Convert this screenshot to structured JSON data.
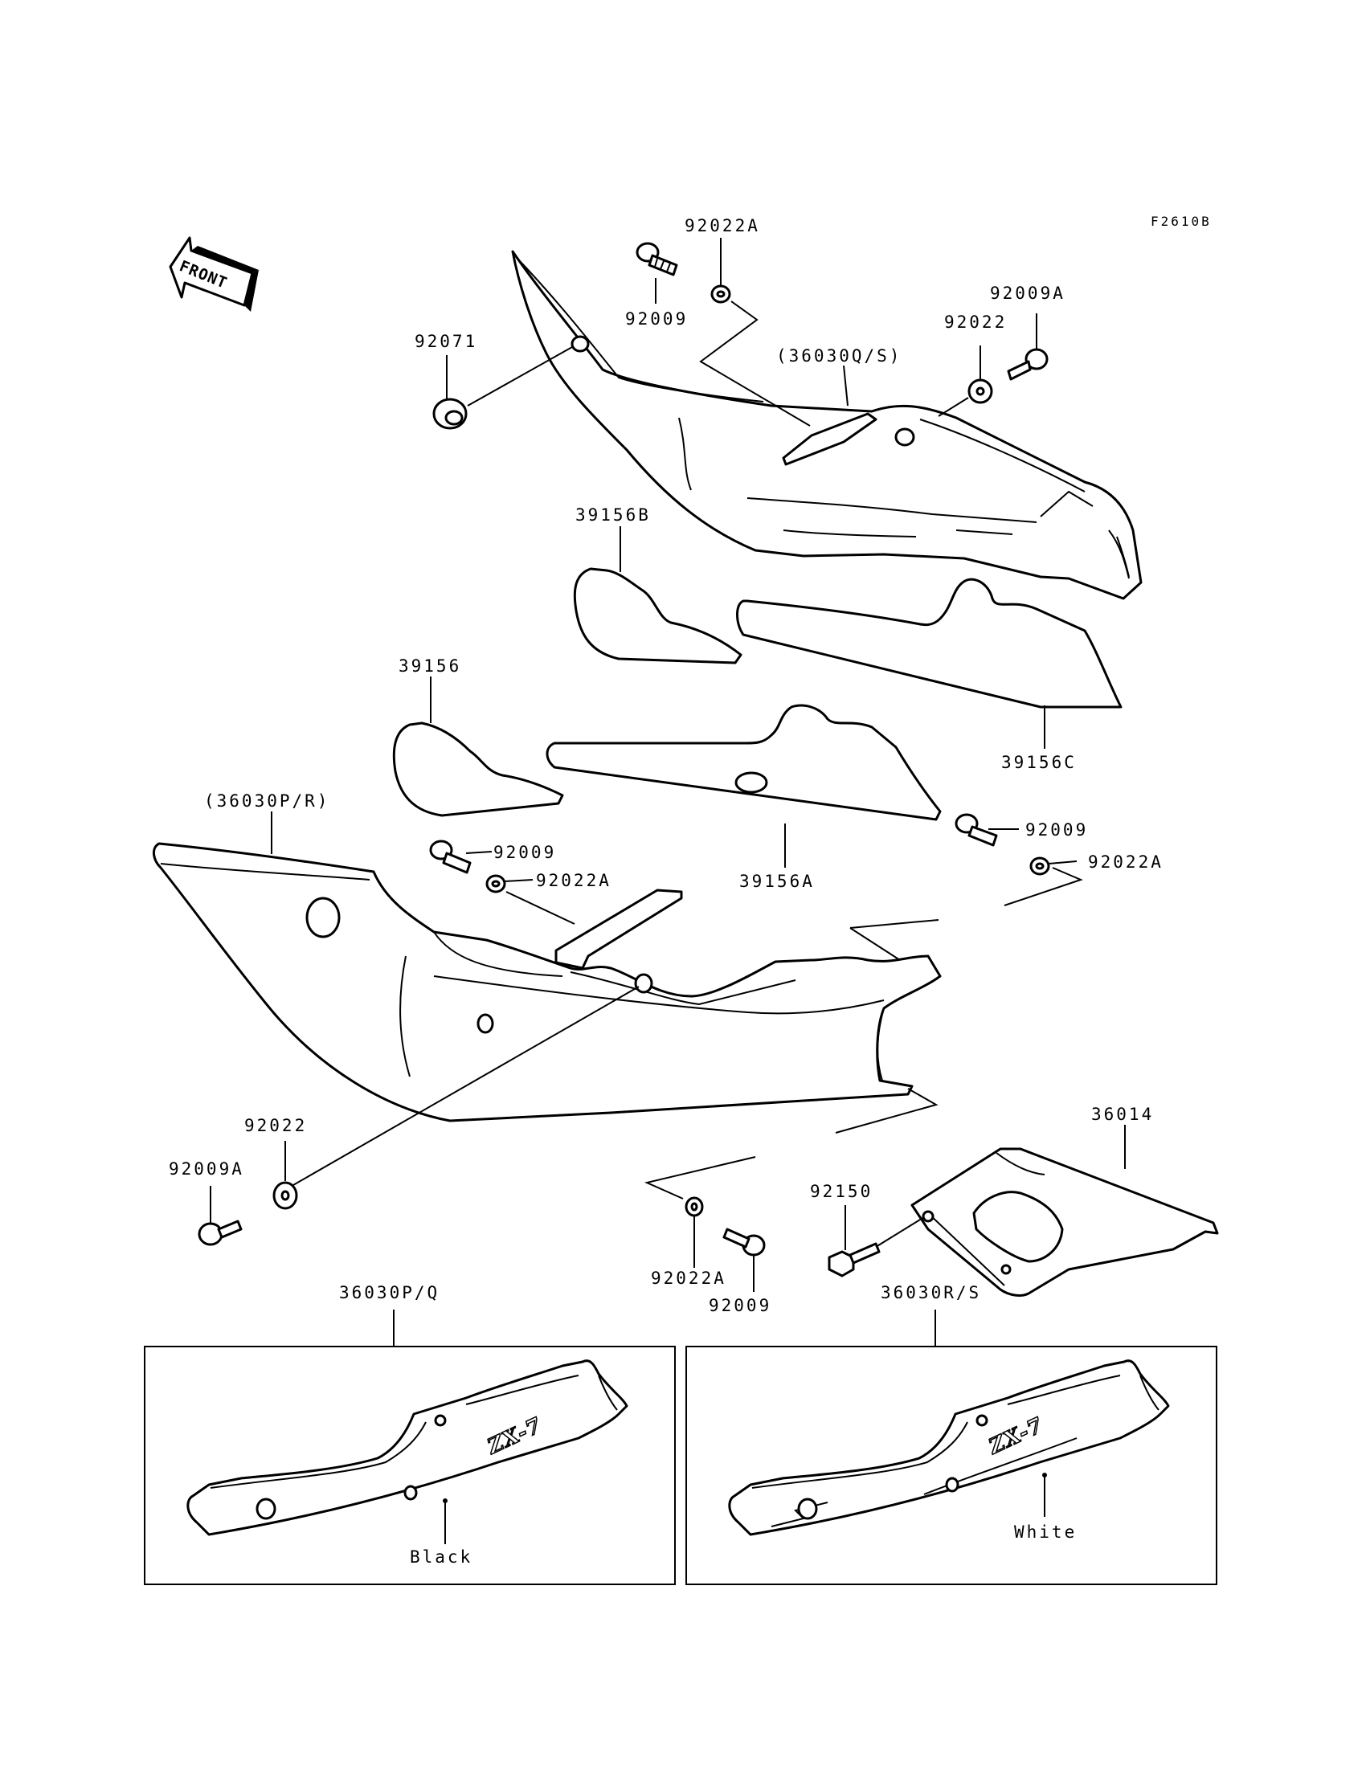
{
  "figure_code": "F2610B",
  "front_label": "FRONT",
  "part_labels": {
    "l_92022A_top": "92022A",
    "l_92009_top": "92009",
    "l_92009A_top": "92009A",
    "l_92022_top": "92022",
    "l_36030QS": "(36030Q/S)",
    "l_92071": "92071",
    "l_39156B": "39156B",
    "l_39156": "39156",
    "l_39156C": "39156C",
    "l_36030PR": "(36030P/R)",
    "l_92009_mid": "92009",
    "l_92022A_mid": "92022A",
    "l_39156A": "39156A",
    "l_92009_right": "92009",
    "l_92022A_right": "92022A",
    "l_36014": "36014",
    "l_92022_bot": "92022",
    "l_92009A_bot": "92009A",
    "l_92150": "92150",
    "l_92022A_bot": "92022A",
    "l_92009_bot": "92009"
  },
  "variant_panels": [
    {
      "code": "36030P/Q",
      "color": "Black"
    },
    {
      "code": "36030R/S",
      "color": "White"
    }
  ]
}
